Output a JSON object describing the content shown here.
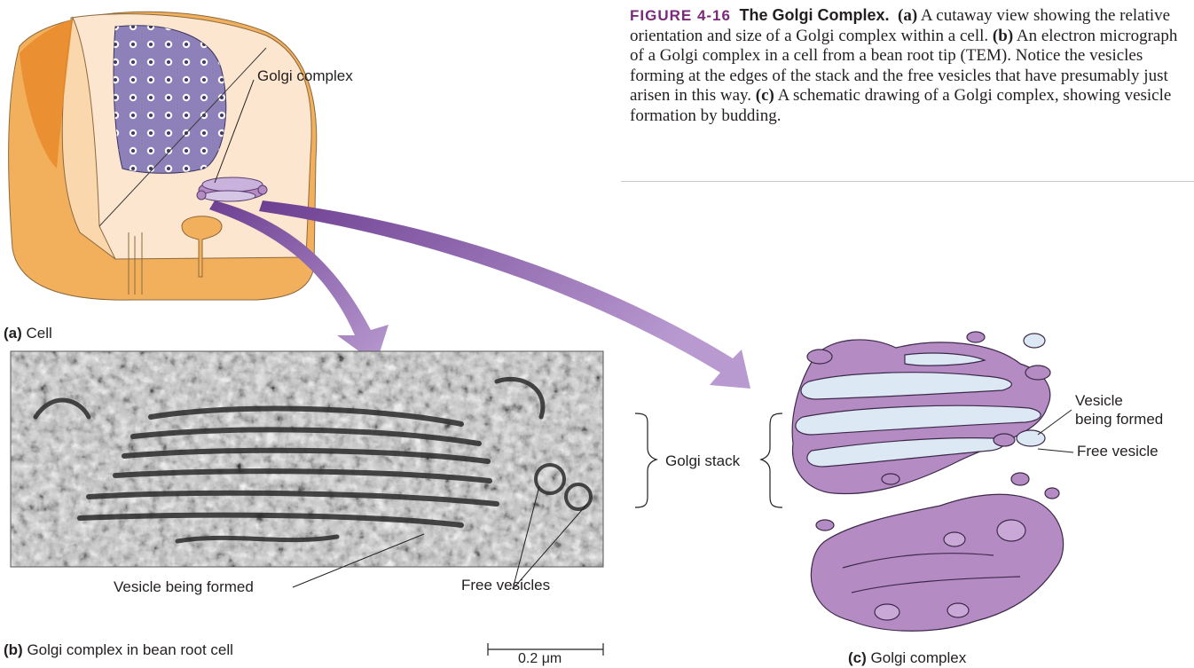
{
  "caption": {
    "figure_number": "FIGURE 4-16",
    "figure_title": "The Golgi Complex.",
    "part_a_marker": "(a)",
    "part_a_text": "A cutaway view showing the relative orientation and size of a Golgi complex within a cell.",
    "part_b_marker": "(b)",
    "part_b_text": "An electron micrograph of a Golgi complex in a cell from a bean root tip (TEM). Notice the vesicles forming at the edges of the stack and the free vesicles that have presumably just arisen in this way.",
    "part_c_marker": "(c)",
    "part_c_text": "A schematic drawing of a Golgi complex, showing vesicle formation by budding."
  },
  "panel_a": {
    "marker": "(a)",
    "label": "Cell",
    "callout": "Golgi complex"
  },
  "panel_b": {
    "marker": "(b)",
    "label": "Golgi complex in bean root cell",
    "callout_vesicle": "Vesicle being formed",
    "callout_free": "Free vesicles",
    "scale_bar": "0.2 μm"
  },
  "panel_c": {
    "marker": "(c)",
    "label": "Golgi complex",
    "callout_stack": "Golgi stack",
    "callout_vesicle_line1": "Vesicle",
    "callout_vesicle_line2": "being formed",
    "callout_free": "Free vesicle"
  },
  "colors": {
    "golgi": "#b48bc3",
    "nucleus": "#8e80b8",
    "cytoplasm": "#fde6cf",
    "cell_wall": "#f3b05c",
    "arrow": "#8a5aa8",
    "caption_accent": "#7a2a7a"
  }
}
